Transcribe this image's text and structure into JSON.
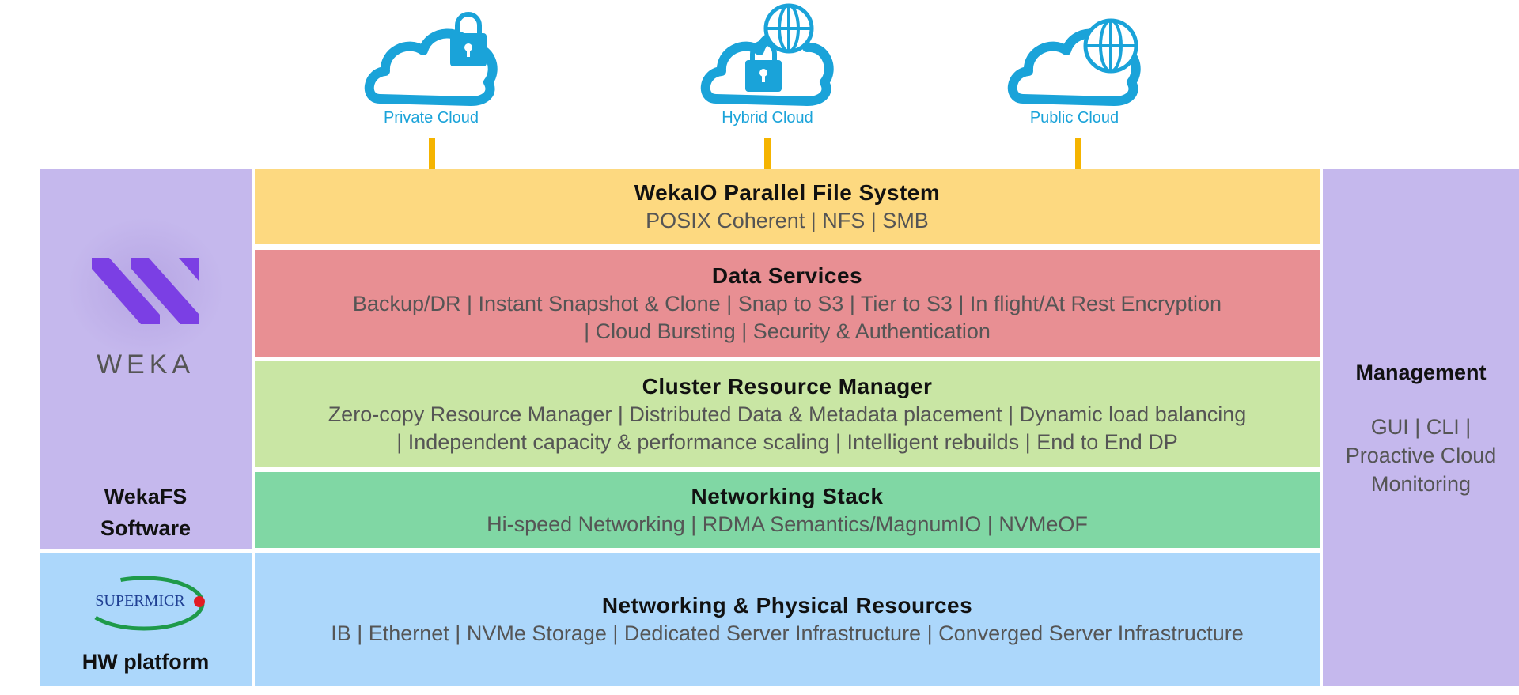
{
  "clouds": [
    {
      "label": "Private Cloud",
      "icon": "cloud-lock-icon"
    },
    {
      "label": "Hybrid Cloud",
      "icon": "cloud-lock-globe-icon"
    },
    {
      "label": "Public Cloud",
      "icon": "cloud-globe-icon"
    }
  ],
  "layers": [
    {
      "title": "WekaIO Parallel File System",
      "lines": [
        "POSIX Coherent | NFS | SMB"
      ],
      "color": "#fdd980"
    },
    {
      "title": "Data Services",
      "lines": [
        "Backup/DR | Instant Snapshot & Clone | Snap to S3 | Tier to S3 | In flight/At Rest Encryption",
        "| Cloud Bursting | Security & Authentication"
      ],
      "color": "#e88f93"
    },
    {
      "title": "Cluster Resource Manager",
      "lines": [
        "Zero-copy Resource Manager | Distributed Data & Metadata placement | Dynamic load balancing",
        "| Independent capacity & performance scaling | Intelligent rebuilds | End to End DP"
      ],
      "color": "#c9e6a4"
    },
    {
      "title": "Networking Stack",
      "lines": [
        "Hi-speed Networking | RDMA Semantics/MagnumIO | NVMeOF"
      ],
      "color": "#80d7a4"
    },
    {
      "title": "Networking & Physical Resources",
      "lines": [
        "IB | Ethernet | NVMe Storage | Dedicated Server Infrastructure | Converged Server Infrastructure"
      ],
      "color": "#acd7fb"
    }
  ],
  "left": {
    "software_label_line1": "WekaFS",
    "software_label_line2": "Software",
    "weka_logo_text": "WEKA",
    "hw_label": "HW platform",
    "supermicro_logo_text": "SUPERMICR",
    "software_color": "#c5b8ed",
    "hw_color": "#acd7fb"
  },
  "management": {
    "title": "Management",
    "lines": [
      "GUI | CLI |",
      "Proactive Cloud",
      "Monitoring"
    ],
    "color": "#c5b8ed"
  }
}
